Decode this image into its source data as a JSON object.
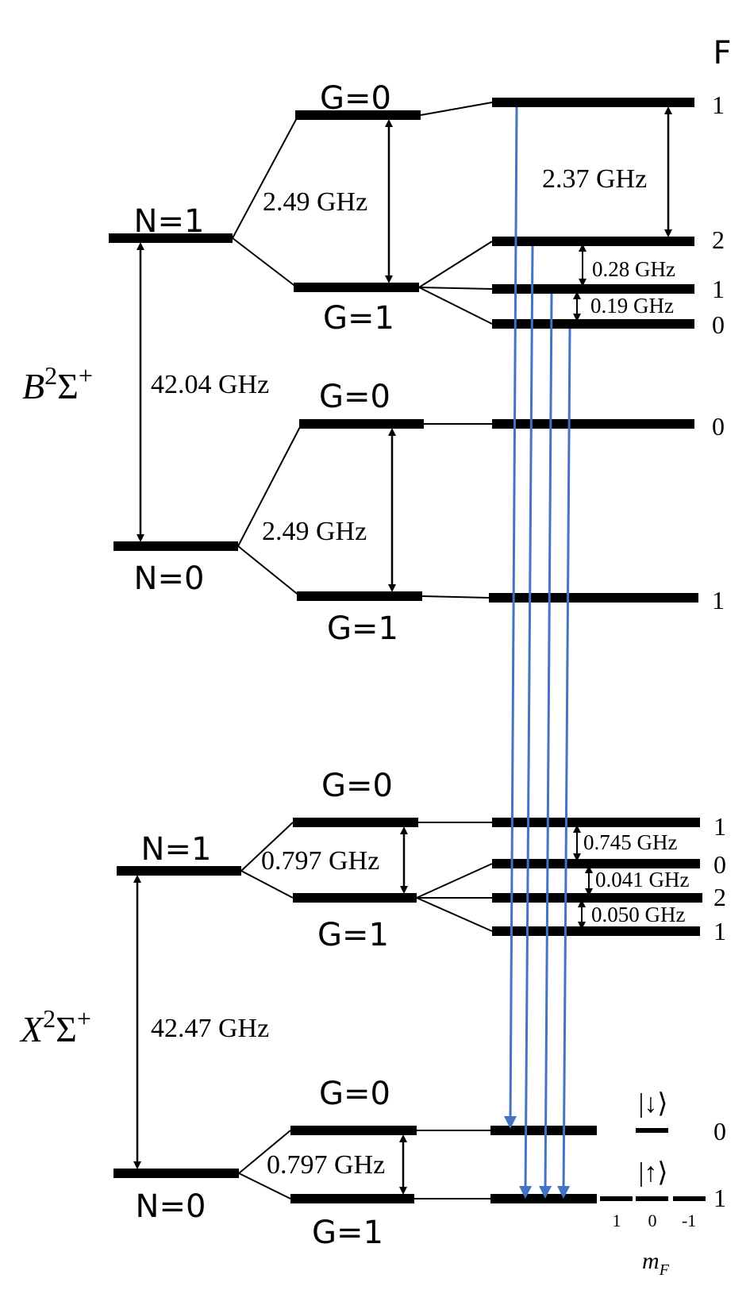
{
  "column_header": "F",
  "states": {
    "B": {
      "symbol": "B",
      "sup": "2",
      "sigma": "Σ",
      "plus": "+"
    },
    "X": {
      "symbol": "X",
      "sup": "2",
      "sigma": "Σ",
      "plus": "+"
    }
  },
  "labels": {
    "B_N1": "N=1",
    "B_N0": "N=0",
    "X_N1": "N=1",
    "X_N0": "N=0",
    "B_N1_G0": "G=0",
    "B_N1_G1": "G=1",
    "B_N0_G0": "G=0",
    "B_N0_G1": "G=1",
    "X_N1_G0": "G=0",
    "X_N1_G1": "G=1",
    "X_N0_G0": "G=0",
    "X_N0_G1": "G=1"
  },
  "splittings": {
    "B_rot": "42.04 GHz",
    "X_rot": "42.47 GHz",
    "B_N1_G": "2.49 GHz",
    "B_N0_G": "2.49 GHz",
    "X_N1_G": "0.797 GHz",
    "X_N0_G": "0.797 GHz",
    "B_F_1_2": "2.37 GHz",
    "B_F_2_1": "0.28 GHz",
    "B_F_1_0": "0.19 GHz",
    "X_F_1_0": "0.745 GHz",
    "X_F_0_2": "0.041 GHz",
    "X_F_2_1": "0.050 GHz"
  },
  "F_values": {
    "B_N1": [
      "1",
      "2",
      "1",
      "0"
    ],
    "B_N0": [
      "0",
      "1"
    ],
    "X_N1": [
      "1",
      "0",
      "2",
      "1"
    ],
    "X_N0": [
      "0",
      "1"
    ]
  },
  "qubit": {
    "down": "|↓⟩",
    "up": "|↑⟩",
    "mF_values": [
      "1",
      "0",
      "-1"
    ],
    "mF_label_main": "m",
    "mF_label_sub": "F"
  },
  "colors": {
    "level": "#000000",
    "transition": "#4472c4"
  }
}
